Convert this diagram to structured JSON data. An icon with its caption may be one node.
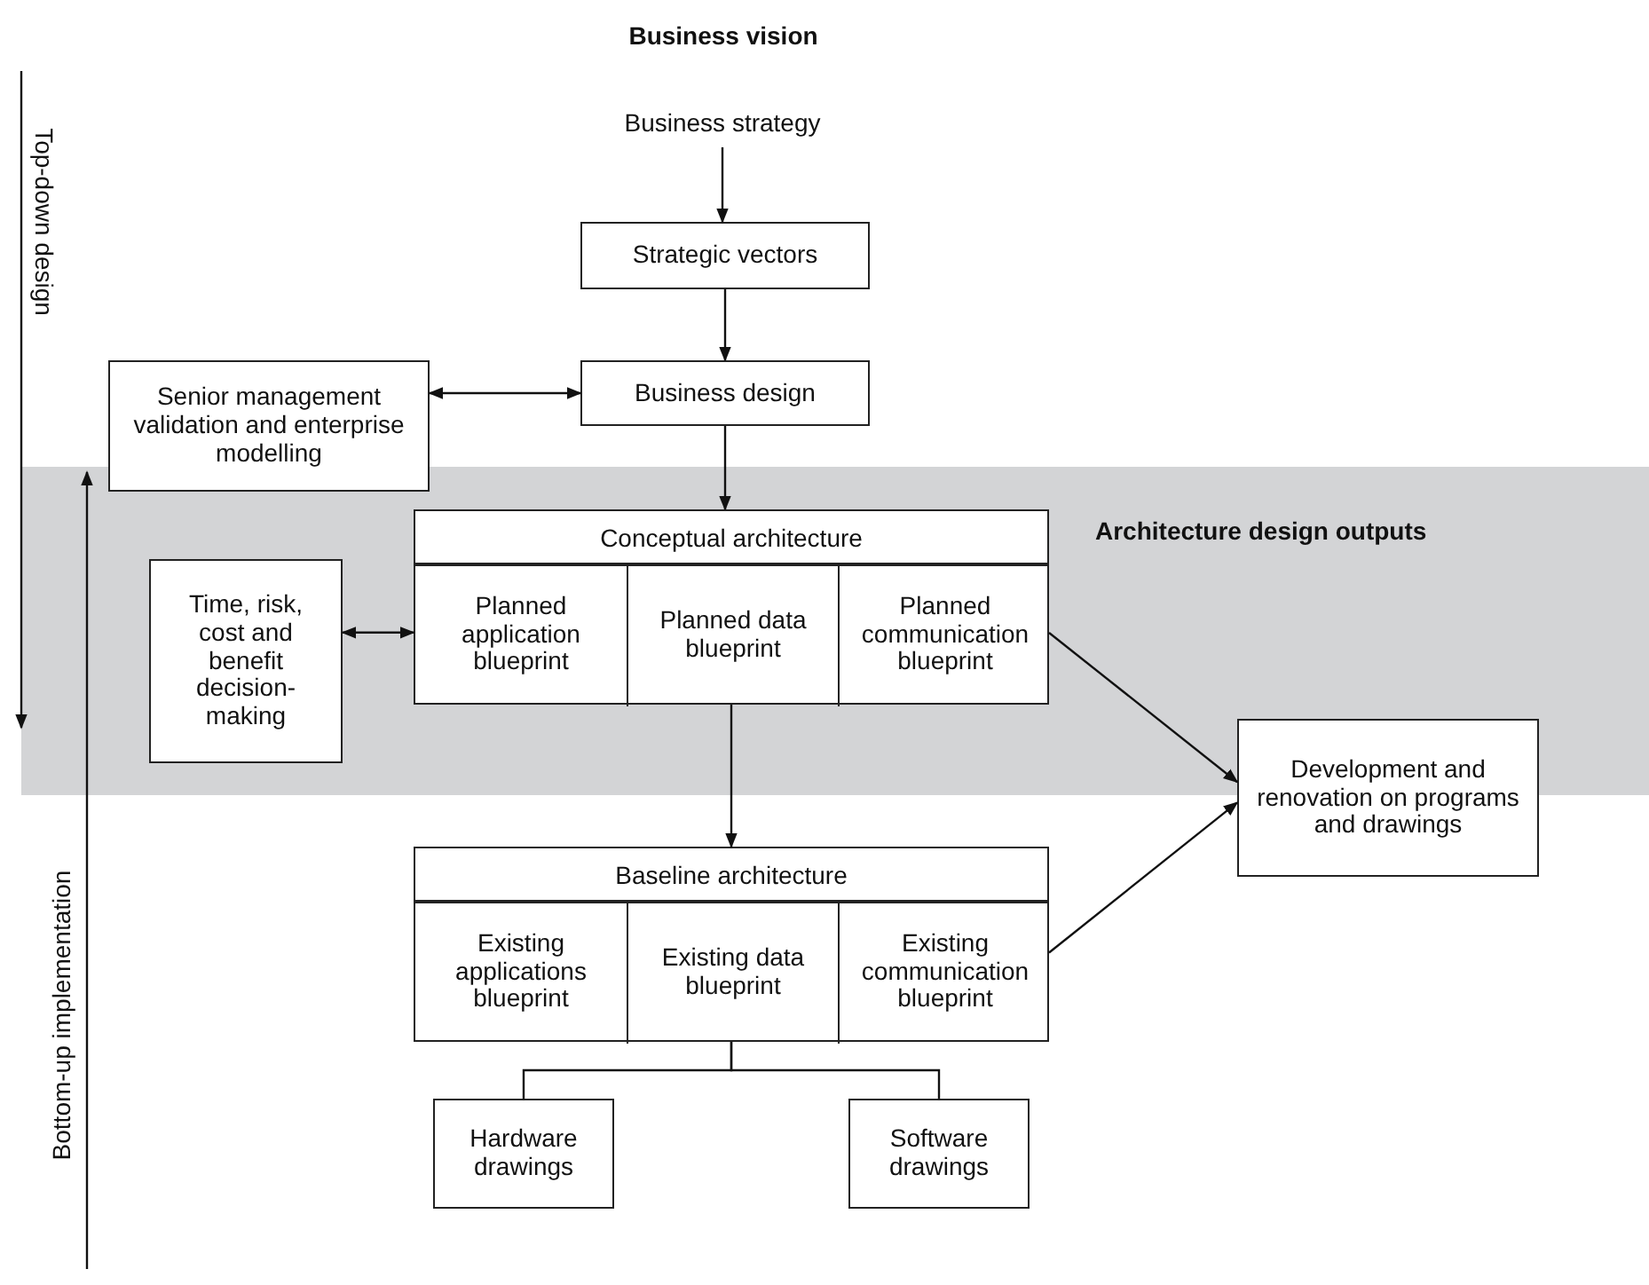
{
  "diagram": {
    "title": "Business vision",
    "nodes": [
      {
        "text": [
          "Business strategy"
        ]
      },
      {
        "text": [
          "Strategic vectors"
        ]
      },
      {
        "text": [
          "Business design"
        ]
      },
      {
        "text": [
          "Senior management validation and enterprise modelling"
        ]
      },
      {
        "text": [
          "Architecture design outputs"
        ]
      },
      {
        "text": [
          "Conceptual architecture"
        ],
        "in": 4
      },
      {
        "text": [
          "Planned application blueprint"
        ],
        "in": 5
      },
      {
        "text": [
          "Planned data blueprint"
        ],
        "in": 5
      },
      {
        "text": [
          "Planned communication blueprint"
        ],
        "in": 5
      },
      {
        "text": [
          "Time, risk, cost and benefit decision-making"
        ],
        "in": 4
      },
      {
        "text": [
          "Development and renovation on programs and drawings"
        ]
      },
      {
        "text": [
          "Baseline architecture"
        ]
      },
      {
        "text": [
          "Existing applications blueprint"
        ],
        "in": 11
      },
      {
        "text": [
          "Existing data blueprint"
        ],
        "in": 11
      },
      {
        "text": [
          "Existing communication blueprint"
        ],
        "in": 11
      },
      {
        "text": [
          "Hardware drawings"
        ]
      },
      {
        "text": [
          "Software drawings"
        ]
      }
    ],
    "edges": [
      {
        "from": 0,
        "to": 1,
        "arrow": "to"
      },
      {
        "from": 1,
        "to": 2,
        "arrow": "to"
      },
      {
        "from": 2,
        "to": 3,
        "arrow": "both"
      },
      {
        "from": 2,
        "to": 5,
        "arrow": "to"
      },
      {
        "from": 9,
        "to": 6,
        "arrow": "both"
      },
      {
        "from": 8,
        "to": 10,
        "arrow": "to"
      },
      {
        "from": 5,
        "to": 11,
        "arrow": "to"
      },
      {
        "from": 14,
        "to": 10,
        "arrow": "to"
      },
      {
        "from": 11,
        "to": 15,
        "arrow": "none"
      },
      {
        "from": 11,
        "to": 16,
        "arrow": "none"
      }
    ],
    "labels": [
      "Top-down design",
      "Bottom-up implementation"
    ]
  }
}
